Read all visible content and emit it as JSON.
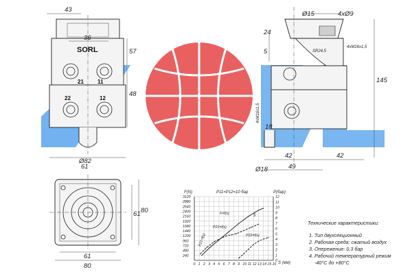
{
  "brand": "SORL",
  "front_view": {
    "dims": {
      "width_top": "43",
      "inner": "36",
      "height_top": "57",
      "height_mid": "48",
      "diameter_bottom": "Ø82",
      "width_bottom": "61"
    },
    "ports": [
      "21",
      "11",
      "22",
      "12"
    ],
    "thread_label": "4xM16x1,5"
  },
  "side_view": {
    "dims": {
      "diameter_top": "Ø15",
      "hole": "4xØ9",
      "h_24": "24",
      "h_5": "5",
      "radius": "SR24,5",
      "thread": "4xM16x1,5",
      "height_total": "145",
      "d_18": "18",
      "w_42a": "42",
      "w_42b": "42",
      "w_49": "49",
      "diameter_pipe": "Ø18"
    }
  },
  "bottom_view": {
    "dims": {
      "height_80": "80",
      "height_61": "61",
      "width_61": "61",
      "width_80": "80"
    }
  },
  "chart_data": {
    "type": "line",
    "title": "P11=P12=10 бар",
    "ylabel_left": "F(N)",
    "ylabel_right": "P(бар)",
    "xlabel": "S (мм)",
    "x_ticks": [
      "0",
      "1",
      "2",
      "3",
      "4",
      "5",
      "6",
      "7",
      "8",
      "9",
      "10",
      "11",
      "12",
      "13",
      "14",
      "15",
      "16"
    ],
    "y_left_ticks": [
      "240",
      "480",
      "720",
      "960",
      "1200",
      "1440",
      "1680",
      "1920",
      "2160",
      "2400",
      "2640",
      "2880",
      "3120"
    ],
    "y_right_ticks": [
      "0",
      "1",
      "2",
      "3",
      "4",
      "5",
      "6",
      "7",
      "8",
      "9",
      "10",
      "11",
      "12"
    ],
    "ylim_left": [
      0,
      3120
    ],
    "ylim_right": [
      0,
      12
    ],
    "xlim": [
      0,
      16
    ],
    "curve_labels": [
      "F=f(s)",
      "P21=f(s)",
      "P22=f(s)",
      "P21=f(s)"
    ],
    "annotation": "5",
    "series": [
      {
        "name": "F=f(s)",
        "x": [
          1.5,
          3,
          5,
          7,
          9,
          11,
          13,
          14
        ],
        "y": [
          240,
          600,
          1000,
          1400,
          1800,
          2160,
          2450,
          2550
        ]
      },
      {
        "name": "P21=f(s)",
        "x": [
          1.2,
          2.5,
          4,
          5.5,
          6.5,
          7.5,
          8.5,
          9.5,
          10.5,
          11.5,
          13
        ],
        "y": [
          1.2,
          2.4,
          3.5,
          4.2,
          4.6,
          4.8,
          5.0,
          5.4,
          5.8,
          6.2,
          6.8
        ]
      },
      {
        "name": "P22=f(s)",
        "x": [
          9,
          10,
          11,
          12,
          13,
          14,
          15
        ],
        "y": [
          0.4,
          1.2,
          2.1,
          3.0,
          3.6,
          4.0,
          4.3
        ]
      }
    ]
  },
  "specs": {
    "heading": "Технические характеристики:",
    "items": [
      "1. Тип двухсекционный",
      "2. Рабочая среда: сжатый воздух",
      "3. Опережение: 0,3 бар",
      "4. Рабочий температурный режим",
      "-40°С до +80°С"
    ]
  }
}
